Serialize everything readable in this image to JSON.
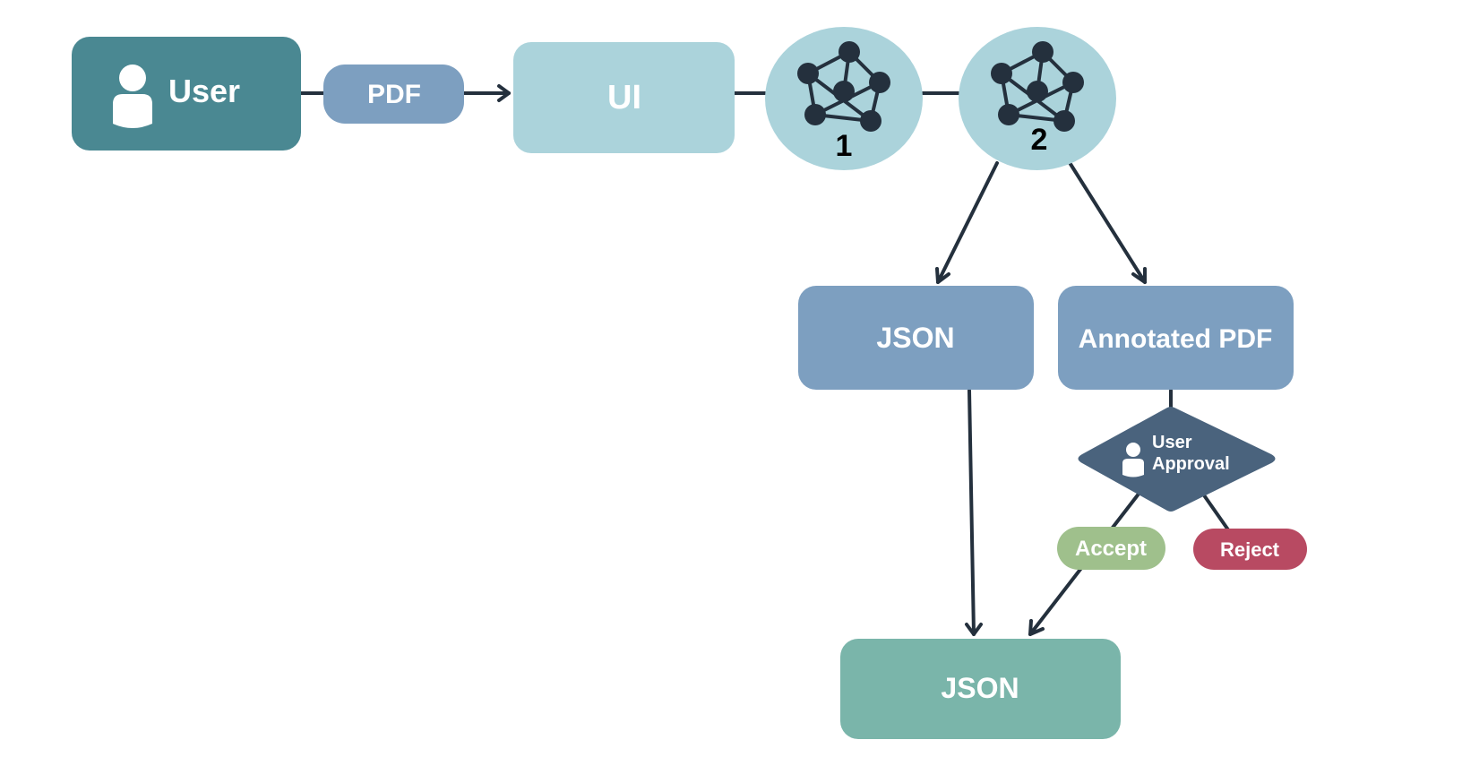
{
  "colors": {
    "user_box": "#4a8892",
    "pdf_pill": "#7d9fc0",
    "ui_box": "#abd3db",
    "network_circle": "#abd3db",
    "json_box": "#7d9fc0",
    "annotated_pdf_box": "#7d9fc0",
    "approval_diamond": "#4a637d",
    "accept_pill": "#9fc08c",
    "reject_pill": "#b84a62",
    "final_json_box": "#7ab5aa",
    "edge": "#24303d",
    "label_text": "#ffffff",
    "number_text": "#000000"
  },
  "nodes": {
    "user": {
      "label": "User",
      "icon": "person-icon"
    },
    "pdf": {
      "label": "PDF"
    },
    "ui": {
      "label": "UI"
    },
    "model_1": {
      "label": "1",
      "icon": "network-icon"
    },
    "model_2": {
      "label": "2",
      "icon": "network-icon"
    },
    "json_output": {
      "label": "JSON"
    },
    "annotated_pdf": {
      "label": "Annotated PDF"
    },
    "user_approval": {
      "label_line1": "User",
      "label_line2": "Approval",
      "icon": "person-icon"
    },
    "accept": {
      "label": "Accept"
    },
    "reject": {
      "label": "Reject"
    },
    "final_json": {
      "label": "JSON"
    }
  },
  "edges": [
    {
      "from": "user",
      "to": "ui",
      "label": "PDF",
      "arrow": true
    },
    {
      "from": "ui",
      "to": "model_1",
      "arrow": false
    },
    {
      "from": "model_1",
      "to": "model_2",
      "arrow": false
    },
    {
      "from": "model_2",
      "to": "json_output",
      "arrow": true
    },
    {
      "from": "model_2",
      "to": "annotated_pdf",
      "arrow": true
    },
    {
      "from": "annotated_pdf",
      "to": "user_approval",
      "arrow": false
    },
    {
      "from": "user_approval",
      "to": "final_json",
      "label": "Accept",
      "arrow": true
    },
    {
      "from": "user_approval",
      "to": "reject",
      "label": "Reject",
      "arrow": false
    },
    {
      "from": "json_output",
      "to": "final_json",
      "arrow": true
    }
  ]
}
